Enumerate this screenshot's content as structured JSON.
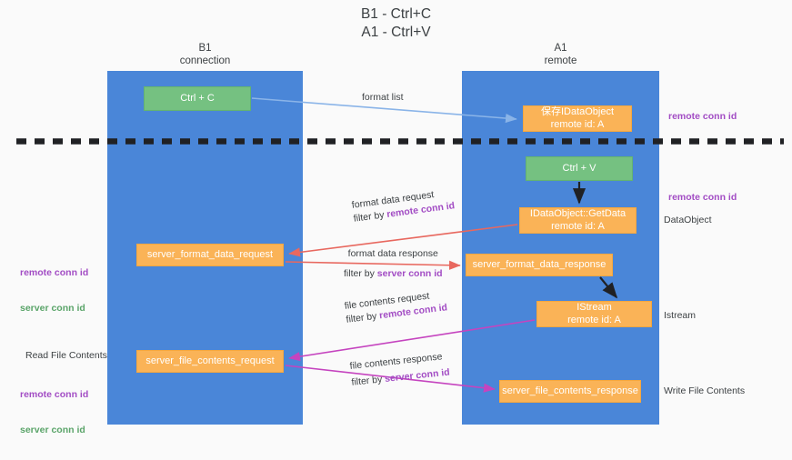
{
  "title": "B1 - Ctrl+C\nA1 - Ctrl+V",
  "lanes": [
    {
      "name": "b1",
      "heading": "B1\nconnection"
    },
    {
      "name": "a1",
      "heading": "A1\nremote"
    }
  ],
  "boxes": {
    "ctrl_c": "Ctrl + C",
    "ctrl_v": "Ctrl + V",
    "idataobject": "保存IDataObject\nremote id: A",
    "getdata": "IDataObject::GetData\nremote id: A",
    "server_format_data_request": "server_format_data_request",
    "server_format_data_response": "server_format_data_response",
    "istream": "IStream\nremote id: A",
    "server_file_contents_request": "server_file_contents_request",
    "server_file_contents_response": "server_file_contents_response"
  },
  "right_labels": {
    "remote_conn_id_1": "remote conn id",
    "remote_conn_id_2": "remote conn id",
    "dataobject": "DataObject",
    "istream": "Istream",
    "write_file_contents": "Write File Contents"
  },
  "left_labels": {
    "remote_conn_id": "remote conn id",
    "server_conn_id": "server conn id",
    "read_file_contents": "Read File Contents",
    "remote_conn_id_2": "remote conn id",
    "server_conn_id_2": "server conn id"
  },
  "arrows": {
    "format_list": "format list",
    "format_data_request": "format data request",
    "format_data_request_filter_prefix": "filter by ",
    "format_data_request_filter_key": "remote conn id",
    "format_data_response": "format data response",
    "format_data_response_filter_prefix": "filter by ",
    "format_data_response_filter_key": "server conn id",
    "file_contents_request": "file contents request",
    "file_contents_request_filter_prefix": "filter by ",
    "file_contents_request_filter_key": "remote conn id",
    "file_contents_response": "file contents response",
    "file_contents_response_filter_prefix": "filter by ",
    "file_contents_response_filter_key": "server conn id"
  },
  "colors": {
    "lane": "#4a86d8",
    "green_box": "#75c181",
    "orange_box": "#fab357",
    "purple": "#a24cc4",
    "green_text": "#5aa469",
    "arrow_blue": "#8ab4e8",
    "arrow_red": "#e8685f",
    "arrow_magenta": "#c544bf",
    "arrow_black": "#202124",
    "background": "#fafafa"
  }
}
